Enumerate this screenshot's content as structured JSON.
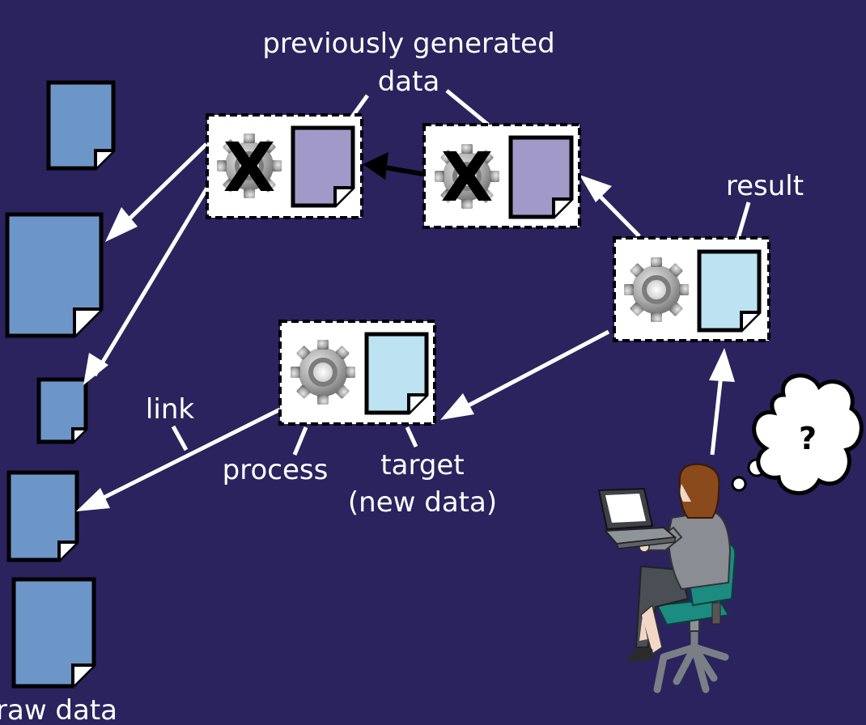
{
  "labels": {
    "previously_generated_line1": "previously generated",
    "previously_generated_line2": "data",
    "result": "result",
    "link": "link",
    "process": "process",
    "target_line1": "target",
    "target_line2": "(new data)",
    "raw_data": "raw data",
    "question": "?"
  },
  "invalid_marker": "X",
  "colors": {
    "background": "#2a235e",
    "raw_document": "#6d96c8",
    "stale_document": "#a19ac9",
    "new_document": "#bde3f3",
    "box": "#ffffff",
    "arrow": "#ffffff",
    "invalid_arrow": "#000000"
  },
  "icons": {
    "process": "gear-icon",
    "invalid": "x-mark-icon",
    "user": "person-at-laptop-icon",
    "thought": "thought-bubble-icon"
  }
}
